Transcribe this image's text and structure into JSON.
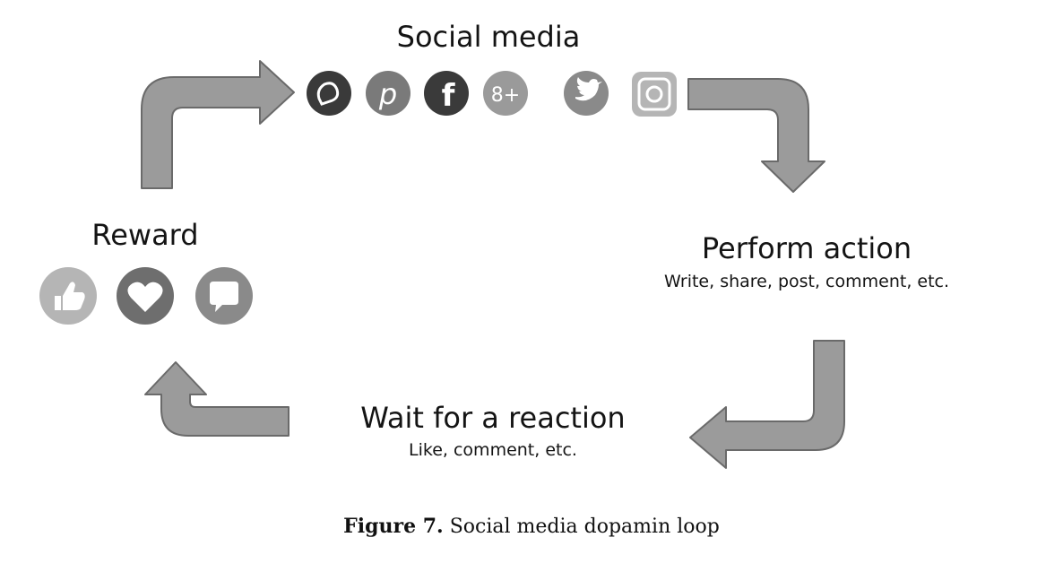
{
  "nodes": {
    "social_media": {
      "title": "Social media",
      "icons": [
        "whatsapp-icon",
        "pinterest-icon",
        "facebook-icon",
        "google-plus-icon",
        "twitter-icon",
        "instagram-icon"
      ]
    },
    "perform_action": {
      "title": "Perform action",
      "subtitle": "Write, share, post, comment, etc."
    },
    "wait_reaction": {
      "title": "Wait for a reaction",
      "subtitle": "Like, comment, etc."
    },
    "reward": {
      "title": "Reward",
      "icons": [
        "thumbs-up-icon",
        "heart-icon",
        "comment-icon"
      ]
    }
  },
  "caption": {
    "label": "Figure 7.",
    "text": " Social media dopamin loop"
  },
  "colors": {
    "arrow_fill": "#9b9b9b",
    "arrow_stroke": "#6a6a6a",
    "icon_dark": "#3a3a3a",
    "icon_mid": "#7a7a7a",
    "icon_light": "#b5b5b5"
  }
}
